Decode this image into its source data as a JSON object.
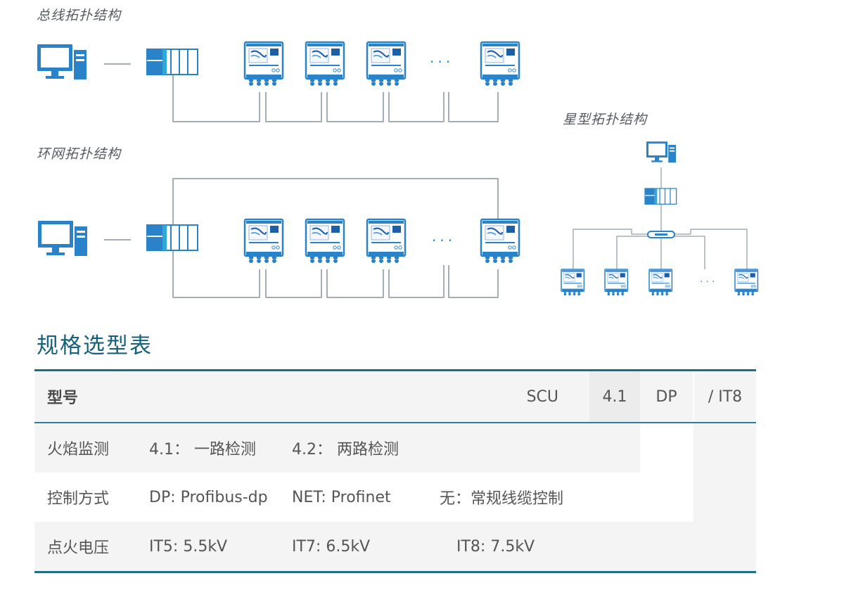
{
  "topologies": {
    "bus_title": "总线拓扑结构",
    "ring_title": "环网拓扑结构",
    "star_title": "星型拓扑结构",
    "ellipsis": "···"
  },
  "spec": {
    "title": "规格选型表",
    "header": {
      "label": "型号",
      "code_base": "SCU",
      "code_flame": "4.1",
      "code_control": "DP",
      "code_voltage": "/ IT8"
    },
    "rows": [
      {
        "label": "火焰监测",
        "options": [
          "4.1：  一路检测",
          "4.2：  两路检测"
        ]
      },
      {
        "label": "控制方式",
        "options": [
          "DP: Profibus-dp",
          "NET: Profinet",
          "无：常规线缆控制"
        ]
      },
      {
        "label": "点火电压",
        "options": [
          "IT5: 5.5kV",
          "IT7: 6.5kV",
          "IT8: 7.5kV"
        ]
      }
    ]
  },
  "colors": {
    "diagram_blue": "#2a82c9",
    "line_grey": "#a4adb5",
    "table_accent": "#1f6e86",
    "title_teal": "#17607a"
  }
}
